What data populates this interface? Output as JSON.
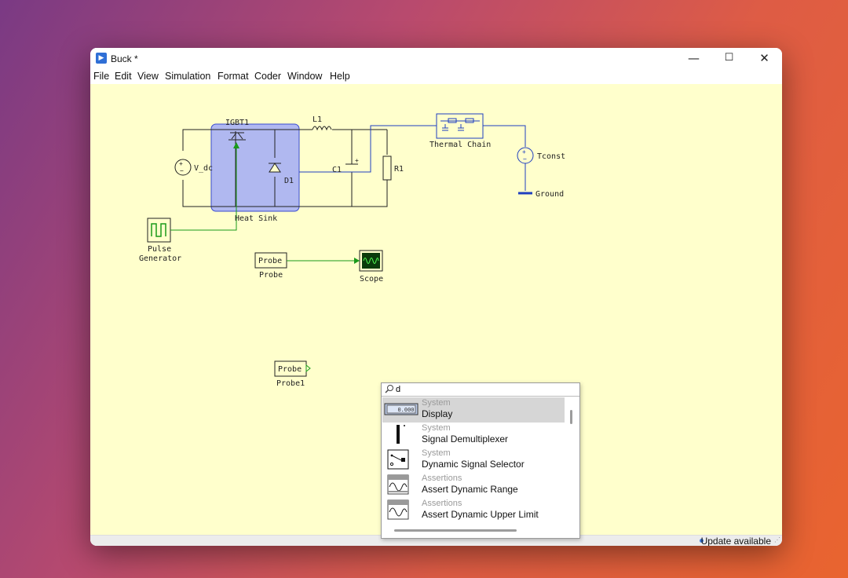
{
  "window": {
    "title": "Buck *"
  },
  "menu": [
    "File",
    "Edit",
    "View",
    "Simulation",
    "Format",
    "Coder",
    "Window",
    "Help"
  ],
  "controls": {
    "minimize": "—",
    "maximize": "☐",
    "close": "✕"
  },
  "diagram": {
    "labels": {
      "igbt": "IGBT1",
      "inductor": "L1",
      "vdc": "V_dc",
      "diode": "D1",
      "capacitor": "C1",
      "resistor": "R1",
      "heatsink": "Heat Sink",
      "thermal_chain": "Thermal Chain",
      "tconst": "Tconst",
      "ground": "Ground",
      "pulse_line1": "Pulse",
      "pulse_line2": "Generator",
      "probe_block": "Probe",
      "probe_name": "Probe",
      "scope": "Scope",
      "probe1_block": "Probe",
      "probe1_name": "Probe1"
    }
  },
  "search": {
    "value": "d",
    "items": [
      {
        "category": "System",
        "name": "Display",
        "thumb_text": "0.000",
        "selected": true
      },
      {
        "category": "System",
        "name": "Signal Demultiplexer"
      },
      {
        "category": "System",
        "name": "Dynamic Signal Selector"
      },
      {
        "category": "Assertions",
        "name": "Assert Dynamic Range"
      },
      {
        "category": "Assertions",
        "name": "Assert Dynamic Upper Limit"
      }
    ]
  },
  "status": {
    "update": "Update available"
  },
  "colors": {
    "canvas": "#ffffcc",
    "heatsink": "#b0b8f0",
    "wire_electrical": "#222222",
    "wire_thermal": "#1f3fbf",
    "wire_signal": "#1a9a1a"
  }
}
